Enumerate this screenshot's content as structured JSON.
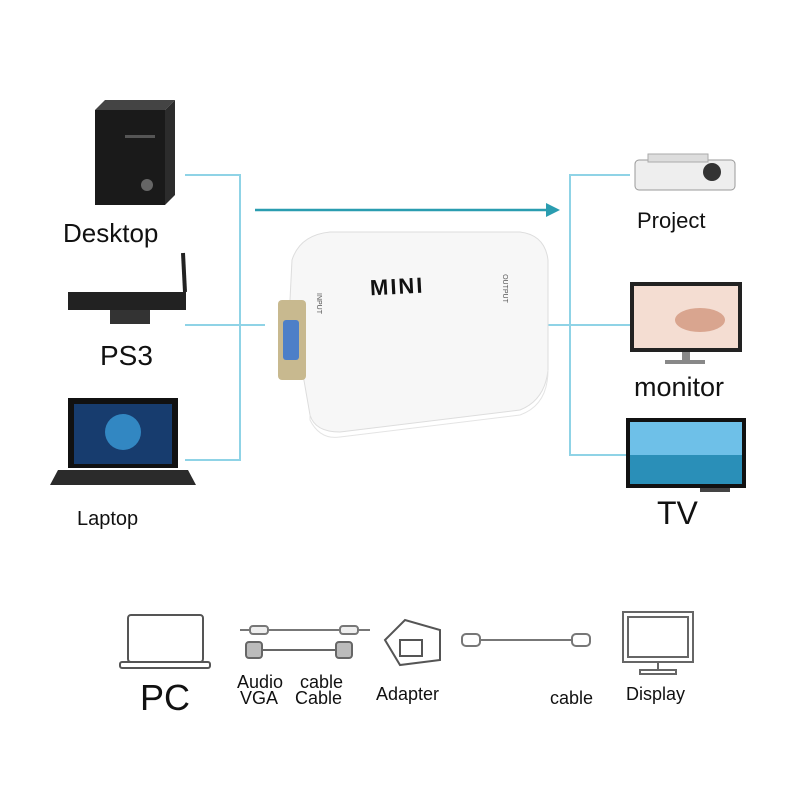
{
  "sources": [
    {
      "label": "Desktop"
    },
    {
      "label": "PS3"
    },
    {
      "label": "Laptop"
    }
  ],
  "outputs": [
    {
      "label": "Project"
    },
    {
      "label": "monitor"
    },
    {
      "label": "TV"
    }
  ],
  "adapter": {
    "brand": "MINI",
    "input_label": "INPUT",
    "output_label": "OUTPUT"
  },
  "bottom": {
    "pc": "PC",
    "audio": "Audio",
    "cable1": "cable",
    "vga": "VGA",
    "cable2": "Cable",
    "adapter": "Adapter",
    "cable3": "cable",
    "display": "Display"
  },
  "colors": {
    "bracket": "#8fd3e6",
    "arrow": "#2a9db0"
  }
}
